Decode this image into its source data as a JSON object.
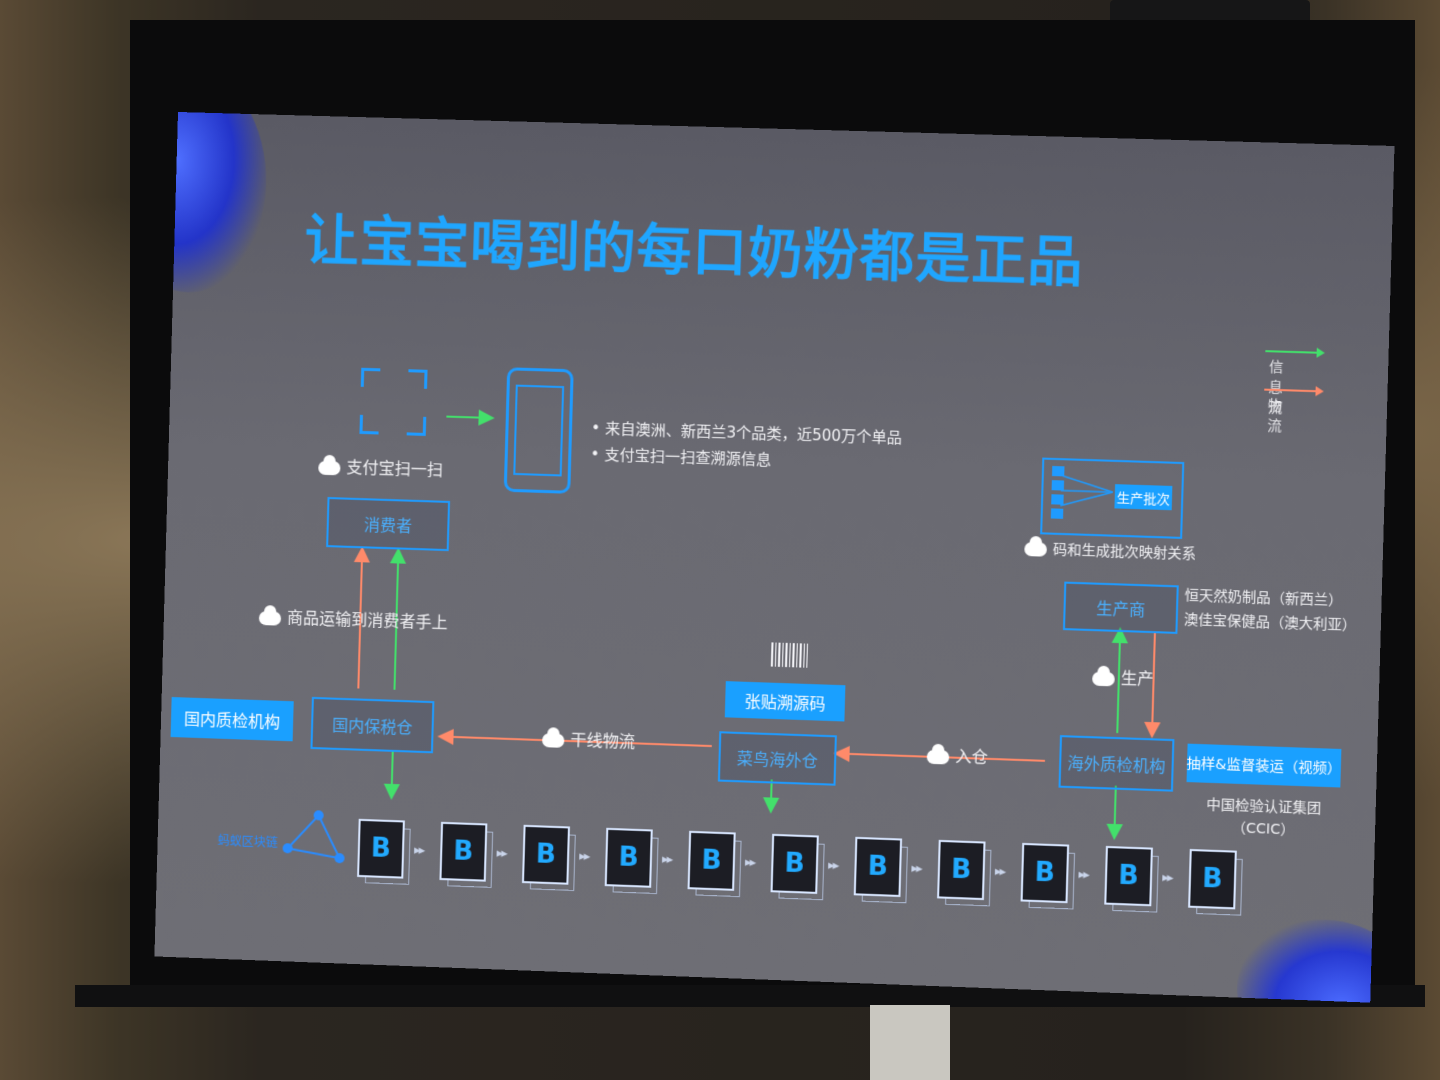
{
  "title": "让宝宝喝到的每口奶粉都是正品",
  "legend": [
    {
      "label": "信息流",
      "color": "#43e06b"
    },
    {
      "label": "物流",
      "color": "#ff8a6a"
    }
  ],
  "bullets": [
    "来自澳洲、新西兰3个品类，近500万个单品",
    "支付宝扫一扫查溯源信息"
  ],
  "labels": {
    "scan": "支付宝扫一扫",
    "transport": "商品运输到消费者手上",
    "trunk": "干线物流",
    "inbound": "入仓",
    "produce": "生产",
    "code_mapping": "码和生成批次映射关系",
    "chain": "蚂蚁区块链",
    "manufacturer_brands": [
      "恒天然奶制品（新西兰）",
      "澳佳宝保健品（澳大利亚）"
    ],
    "ccic": [
      "中国检验认证集团",
      "（CCIC）"
    ]
  },
  "boxes": {
    "consumer": "消费者",
    "domestic_warehouse": "国内保税仓",
    "domestic_qc": "国内质检机构",
    "cainiao": "菜鸟海外仓",
    "trace_code": "张贴溯源码",
    "overseas_qc": "海外质检机构",
    "sampling": "抽样&监督装运（视频）",
    "manufacturer": "生产商",
    "batch": "生产批次"
  },
  "block_symbol": "B",
  "block_count": 11,
  "colors": {
    "accent": "#1f9bff",
    "info_flow": "#43e06b",
    "logistics": "#ff8a6a"
  }
}
